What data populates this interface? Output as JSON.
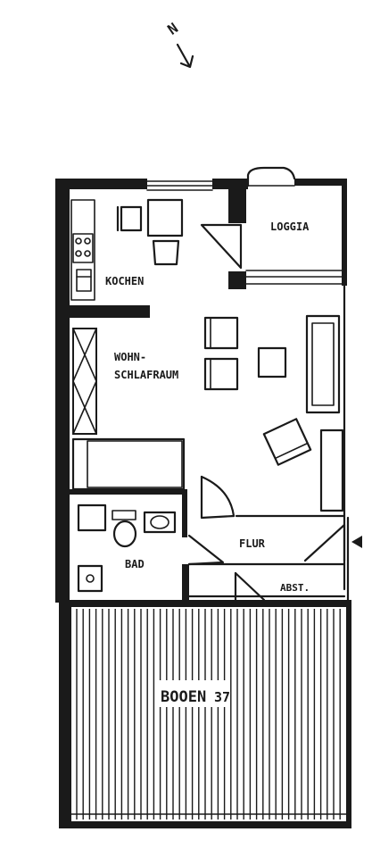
{
  "north_arrow": {
    "label": "N",
    "icon": "north-arrow-icon"
  },
  "rooms": {
    "loggia": "LOGGIA",
    "kochen": "KOCHEN",
    "wohn_line1": "WOHN-",
    "wohn_line2": "SCHLAFRAUM",
    "flur": "FLUR",
    "bad": "BAD",
    "abst": "ABST.",
    "booden": "BOOEN",
    "booden_number": "37"
  },
  "colors": {
    "ink": "#1a1a1a",
    "paper": "#ffffff"
  }
}
